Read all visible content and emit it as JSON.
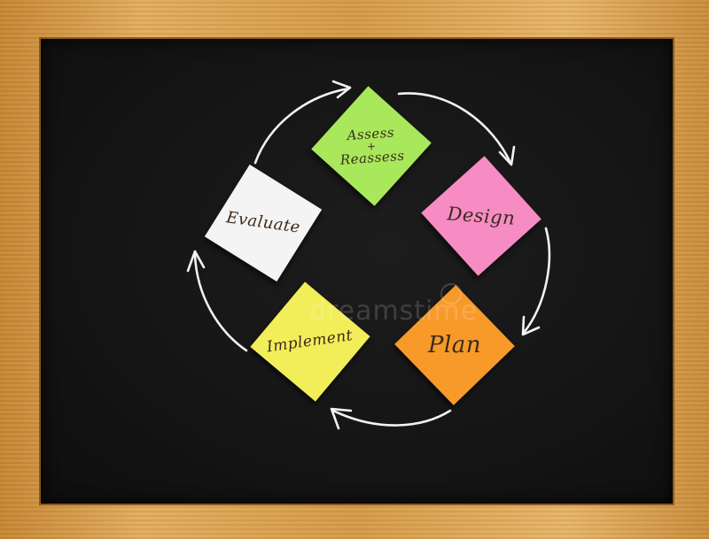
{
  "steps": [
    {
      "id": "assess",
      "label_line1": "Assess",
      "label_mid": "+",
      "label_line2": "Reassess",
      "color": "#a8e85a"
    },
    {
      "id": "design",
      "label": "Design",
      "color": "#f78cc4"
    },
    {
      "id": "plan",
      "label": "Plan",
      "color": "#f79a2a"
    },
    {
      "id": "implement",
      "label": "Implement",
      "color": "#f2ee5a"
    },
    {
      "id": "evaluate",
      "label": "Evaluate",
      "color": "#f4f4f4"
    }
  ],
  "watermark": "dreamstime",
  "colors": {
    "chalk": "#f2f2f2",
    "board": "#151515",
    "frame": "#d8a050"
  }
}
